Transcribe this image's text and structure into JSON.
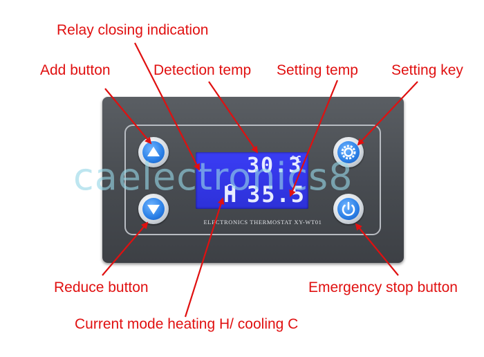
{
  "callouts": {
    "relay": "Relay closing indication",
    "add": "Add button",
    "detection": "Detection temp",
    "setting_temp": "Setting temp",
    "setting_key": "Setting key",
    "reduce": "Reduce button",
    "emergency": "Emergency stop button",
    "mode": "Current mode heating H/ cooling  C"
  },
  "display": {
    "detect_value": "30.3",
    "unit": "°C",
    "mode_letter": "H",
    "set_value": "35.5"
  },
  "device": {
    "model_text": "ELECTRONICS THERMOSTAT XY-WT01"
  },
  "watermark": "caelectronics8",
  "icons": {
    "add": "triangle-up-icon",
    "reduce": "triangle-down-icon",
    "setting": "gear-icon",
    "stop": "power-icon"
  },
  "colors": {
    "callout_text": "#e01010",
    "lcd_background": "#2d31d8",
    "button_blue": "#2a7fe6",
    "housing": "#474b50"
  }
}
